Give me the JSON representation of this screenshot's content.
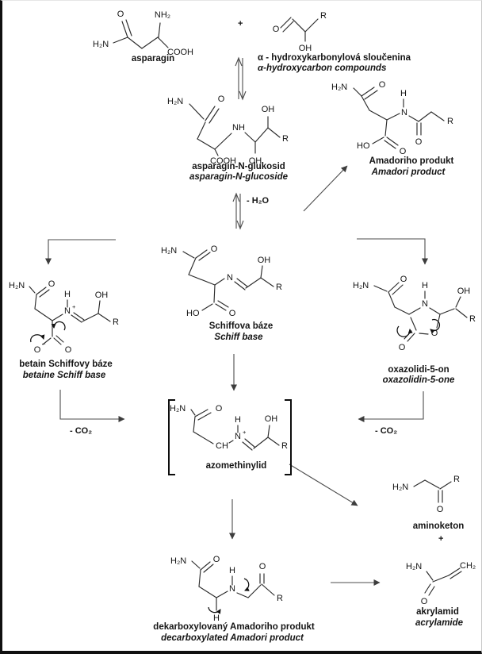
{
  "atoms": {
    "h2n": "H₂N",
    "o": "O",
    "nh2": "NH₂",
    "cooh": "COOH",
    "oh": "OH",
    "r": "R",
    "nh": "NH",
    "n": "N",
    "h": "H",
    "ho": "HO",
    "ch": "CH",
    "ch2": "CH₂",
    "plus": "+",
    "minus": "–"
  },
  "annotations": {
    "reaction_plus": "+",
    "minus_h2o": "- H₂O",
    "minus_co2": "- CO₂",
    "products_plus": "+"
  },
  "compounds": {
    "asparagine": {
      "cs": "asparagin"
    },
    "hydroxycarbonyl": {
      "cs": "α - hydroxykarbonylová sloučenina",
      "en": "α-hydroxycarbon compounds"
    },
    "glucoside": {
      "cs": "asparagin-N-glukosid",
      "en": "asparagin-N-glucoside"
    },
    "amadori": {
      "cs": "Amadoriho produkt",
      "en": "Amadori product"
    },
    "betaine": {
      "cs": "betain Schiffovy báze",
      "en": "betaine Schiff base"
    },
    "schiff": {
      "cs": "Schiffova báze",
      "en": "Schiff base"
    },
    "oxazolidinone": {
      "cs": "oxazolidi-5-on",
      "en": "oxazolidin-5-one"
    },
    "ylide": {
      "cs": "azomethinylid"
    },
    "aminoketone": {
      "cs": "aminoketon"
    },
    "acrylamide": {
      "cs": "akrylamid",
      "en": "acrylamide"
    },
    "decarb_amadori": {
      "cs": "dekarboxylovaný Amadoriho produkt",
      "en": "decarboxylated Amadori product"
    }
  }
}
